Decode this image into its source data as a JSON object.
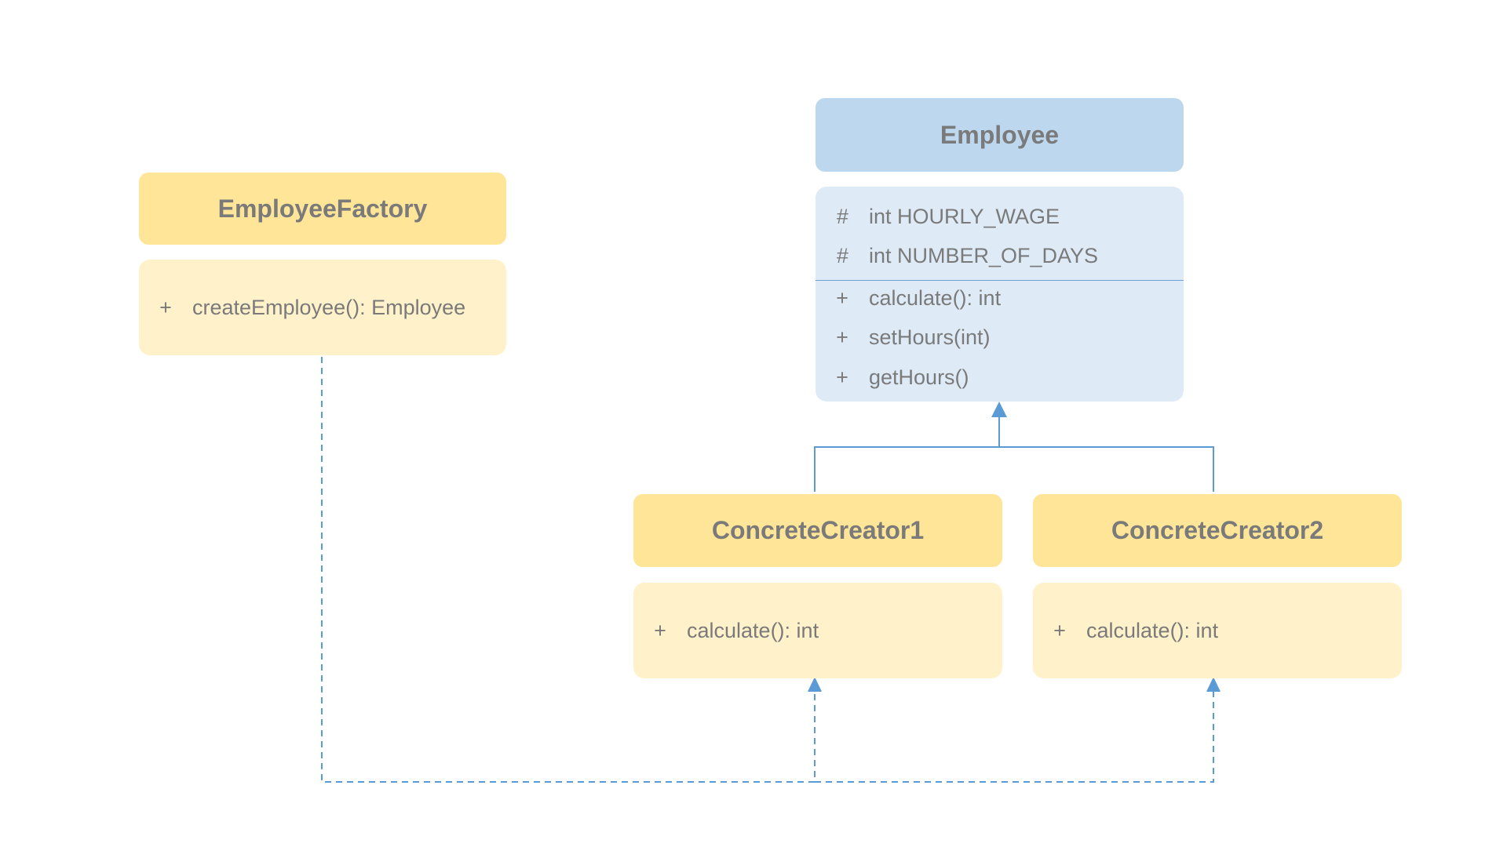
{
  "classes": {
    "employee_factory": {
      "name": "EmployeeFactory",
      "methods": [
        {
          "visibility": "+",
          "text": "createEmployee(): Employee"
        }
      ]
    },
    "employee": {
      "name": "Employee",
      "attributes": [
        {
          "visibility": "#",
          "text": "int HOURLY_WAGE"
        },
        {
          "visibility": "#",
          "text": "int NUMBER_OF_DAYS"
        }
      ],
      "methods": [
        {
          "visibility": "+",
          "text": "calculate(): int"
        },
        {
          "visibility": "+",
          "text": "setHours(int)"
        },
        {
          "visibility": "+",
          "text": "getHours()"
        }
      ]
    },
    "concrete_creator_1": {
      "name": "ConcreteCreator1",
      "methods": [
        {
          "visibility": "+",
          "text": "calculate(): int"
        }
      ]
    },
    "concrete_creator_2": {
      "name": "ConcreteCreator2",
      "methods": [
        {
          "visibility": "+",
          "text": "calculate(): int"
        }
      ]
    }
  },
  "relationships": [
    {
      "type": "inheritance",
      "from": "ConcreteCreator1",
      "to": "Employee"
    },
    {
      "type": "inheritance",
      "from": "ConcreteCreator2",
      "to": "Employee"
    },
    {
      "type": "dependency",
      "from": "EmployeeFactory",
      "to": "ConcreteCreator1"
    },
    {
      "type": "dependency",
      "from": "EmployeeFactory",
      "to": "ConcreteCreator2"
    }
  ],
  "colors": {
    "line": "#5b9bd5",
    "class_header_yellow": "#ffe597",
    "class_body_yellow": "#fff1ca",
    "class_header_blue": "#bdd7ee",
    "class_body_blue": "#deebf7",
    "text": "#7a7a7a"
  }
}
